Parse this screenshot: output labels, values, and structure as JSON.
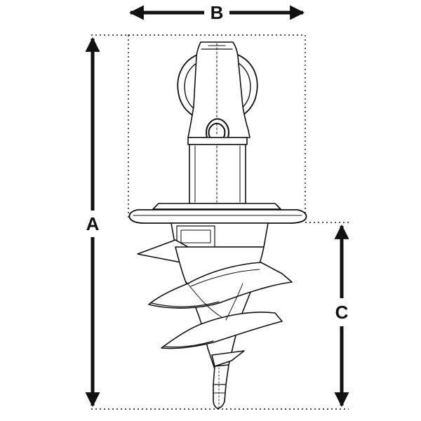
{
  "dimensions": {
    "width_label": "B",
    "overall_height_label": "A",
    "screw_length_label": "C"
  },
  "colors": {
    "line": "#111111",
    "background": "#ffffff",
    "dotted_guide": "#111111"
  }
}
